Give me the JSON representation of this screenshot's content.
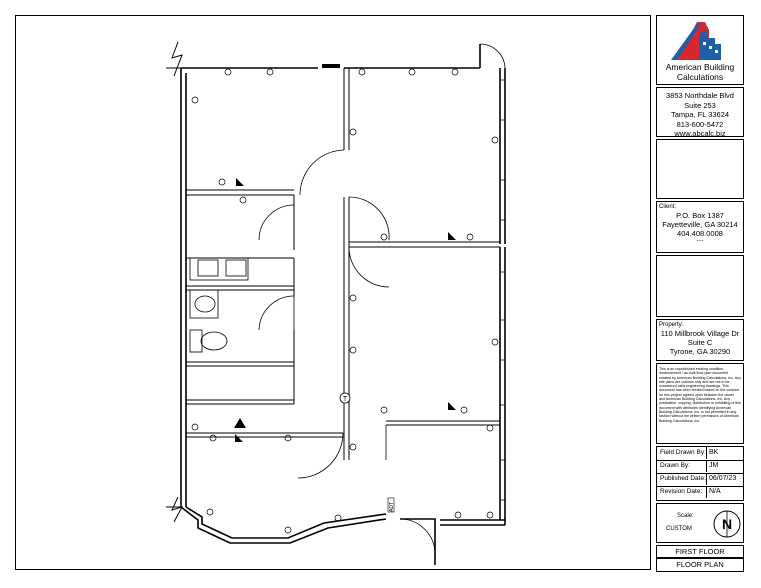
{
  "titleblock": {
    "company_line1": "American Building",
    "company_line2": "Calculations",
    "address": [
      "3853 Northdale Blvd",
      "Suite 253",
      "Tampa, FL 33624",
      "813-600-5472",
      "www.abcalc.biz"
    ],
    "client_label": "Client:",
    "client_lines": [
      "P.O. Box 1387",
      "Fayetteville, GA 30214",
      "404.408.0008",
      "----"
    ],
    "property_label": "Property:",
    "property_lines": [
      "110 Millbrook Village Dr",
      "Suite C",
      "Tyrone, GA 30290"
    ],
    "disclaimer": "This is an unpublished existing condition measurement / as-built floor plan document created by American Building Calculations, Inc. Any site plans are outlines only and are not to be considered valid engineering drawings. This document has been created based on the contract for this project agreed upon between the owner and American Building Calculations, Inc. Any publication, copying, distribution or exhibiting of this document with attributes identifying American Building Calculations, Inc. is not permitted in any fashion without the written permission of American Building Calculations, Inc.",
    "fields": [
      {
        "label": "Field Drawn By:",
        "value": "BK"
      },
      {
        "label": "Drawn By:",
        "value": "JM"
      },
      {
        "label": "Published Date:",
        "value": "06/07/23"
      },
      {
        "label": "Revision Date:",
        "value": "N/A"
      }
    ],
    "scale_label": "Scale:",
    "scale_value": "CUSTOM",
    "north_letter": "N",
    "floor_label": "FIRST FLOOR",
    "sheet_label": "FLOOR PLAN"
  },
  "plan": {
    "thermostat_symbol": "T",
    "adt_label": "ADT"
  },
  "colors": {
    "logo_red": "#d9272e",
    "logo_blue": "#1f5fa8",
    "line": "#000000"
  }
}
